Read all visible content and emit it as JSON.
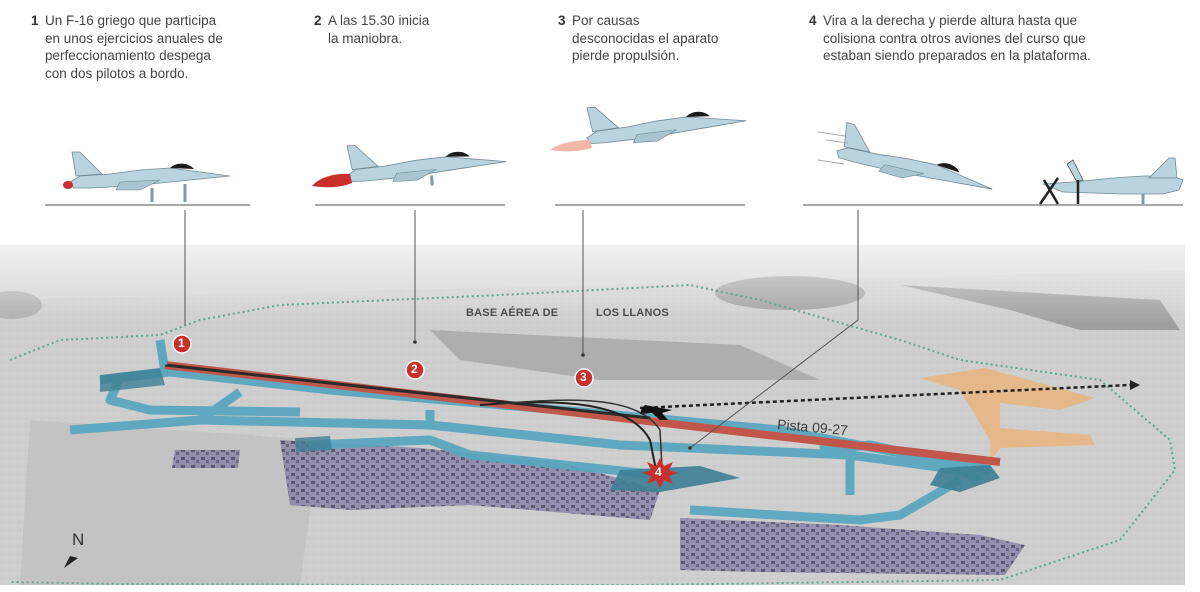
{
  "steps": [
    {
      "number": "1",
      "text": "Un F-16 griego que participa\nen unos ejercicios anuales de\nperfeccionamiento despega\ncon dos pilotos a bordo."
    },
    {
      "number": "2",
      "text": "A las 15.30 inicia\nla maniobra."
    },
    {
      "number": "3",
      "text": "Por causas\ndesconocidas el aparato\npierde propulsión."
    },
    {
      "number": "4",
      "text": "Vira a la derecha y pierde altura hasta que\ncolisiona contra otros aviones del curso que\nestaban siendo preparados en la plataforma."
    }
  ],
  "map": {
    "base_label_left": "BASE AÉREA DE",
    "base_label_right": "LOS LLANOS",
    "runway_label": "Pista 09-27",
    "north_label": "N",
    "markers": [
      {
        "number": "1"
      },
      {
        "number": "2"
      },
      {
        "number": "3"
      },
      {
        "number": "4"
      }
    ]
  },
  "colors": {
    "runway": "#c0574a",
    "taxiway": "#5ba7bf",
    "taxiway_dark": "#3d7f96",
    "buildings": "#a9a3c8",
    "orange_zone": "#e8b683",
    "marker_red": "#c9302c",
    "plane_body": "#b9d3df",
    "afterburner": "#c9302c",
    "perimeter": "#5aa88a"
  }
}
